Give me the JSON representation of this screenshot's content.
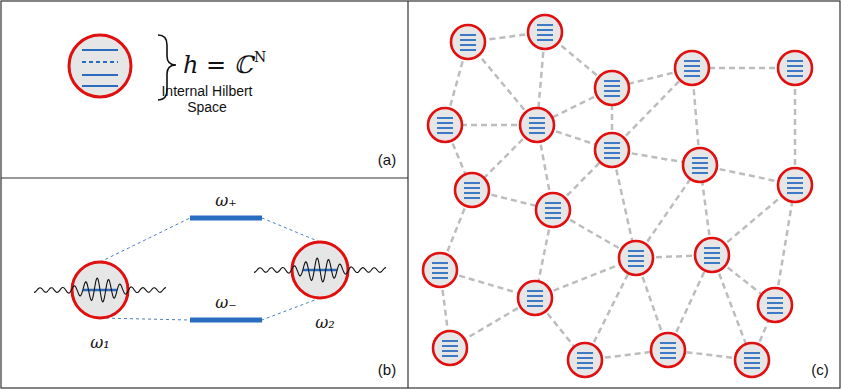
{
  "diagram": {
    "labels": [
      "h = ℂ",
      "N",
      "Internal Hilbert Space",
      "(a)",
      "ω₁",
      "ω₂",
      "ω₊",
      "ω₋",
      "(b)",
      "(c)"
    ]
  }
}
